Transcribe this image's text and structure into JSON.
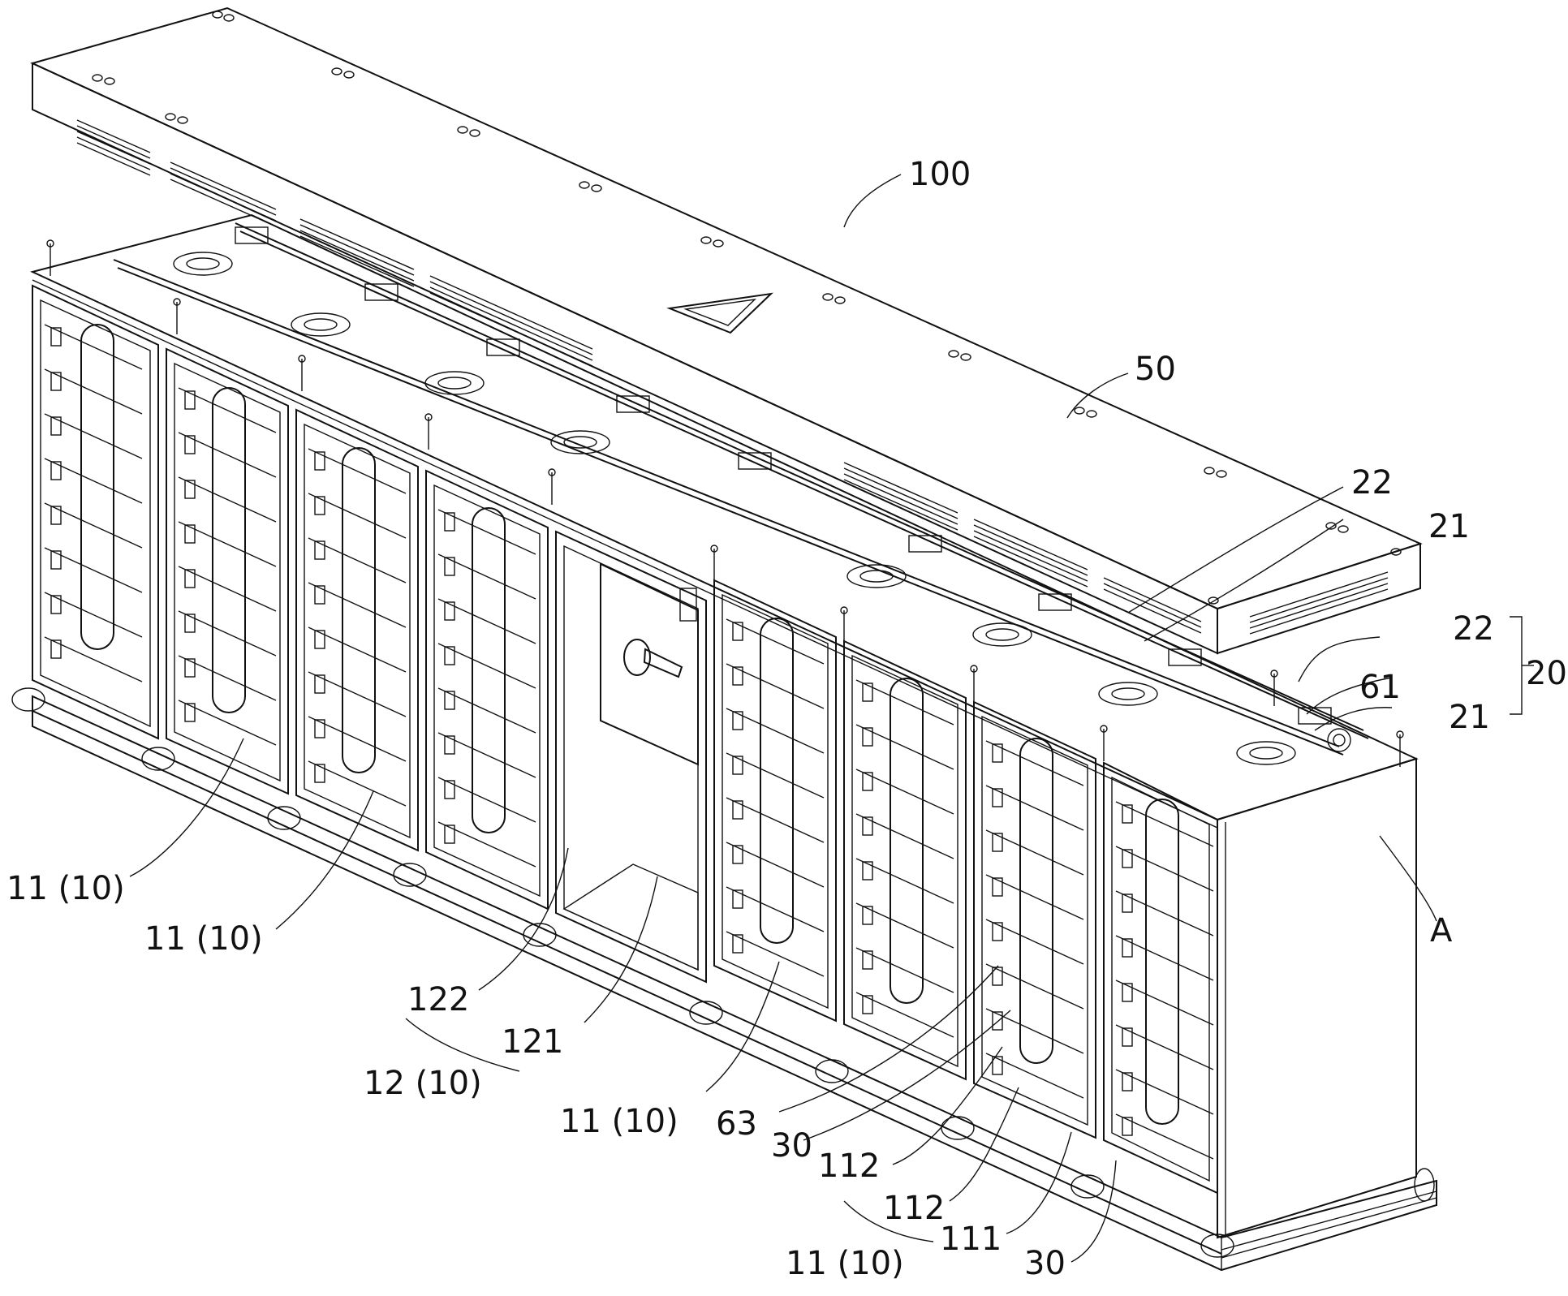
{
  "figure": {
    "labels": [
      {
        "id": "100",
        "text": "100"
      },
      {
        "id": "50",
        "text": "50"
      },
      {
        "id": "22a",
        "text": "22"
      },
      {
        "id": "21a",
        "text": "21"
      },
      {
        "id": "22b",
        "text": "22"
      },
      {
        "id": "20",
        "text": "20"
      },
      {
        "id": "61",
        "text": "61"
      },
      {
        "id": "21b",
        "text": "21"
      },
      {
        "id": "A",
        "text": "A"
      },
      {
        "id": "11-10-a",
        "text": "11 (10)"
      },
      {
        "id": "11-10-b",
        "text": "11 (10)"
      },
      {
        "id": "122",
        "text": "122"
      },
      {
        "id": "121",
        "text": "121"
      },
      {
        "id": "12-10",
        "text": "12 (10)"
      },
      {
        "id": "11-10-c",
        "text": "11 (10)"
      },
      {
        "id": "63",
        "text": "63"
      },
      {
        "id": "30a",
        "text": "30"
      },
      {
        "id": "112a",
        "text": "112"
      },
      {
        "id": "112b",
        "text": "112"
      },
      {
        "id": "111",
        "text": "111"
      },
      {
        "id": "11-10-d",
        "text": "11 (10)"
      },
      {
        "id": "30b",
        "text": "30"
      }
    ]
  }
}
